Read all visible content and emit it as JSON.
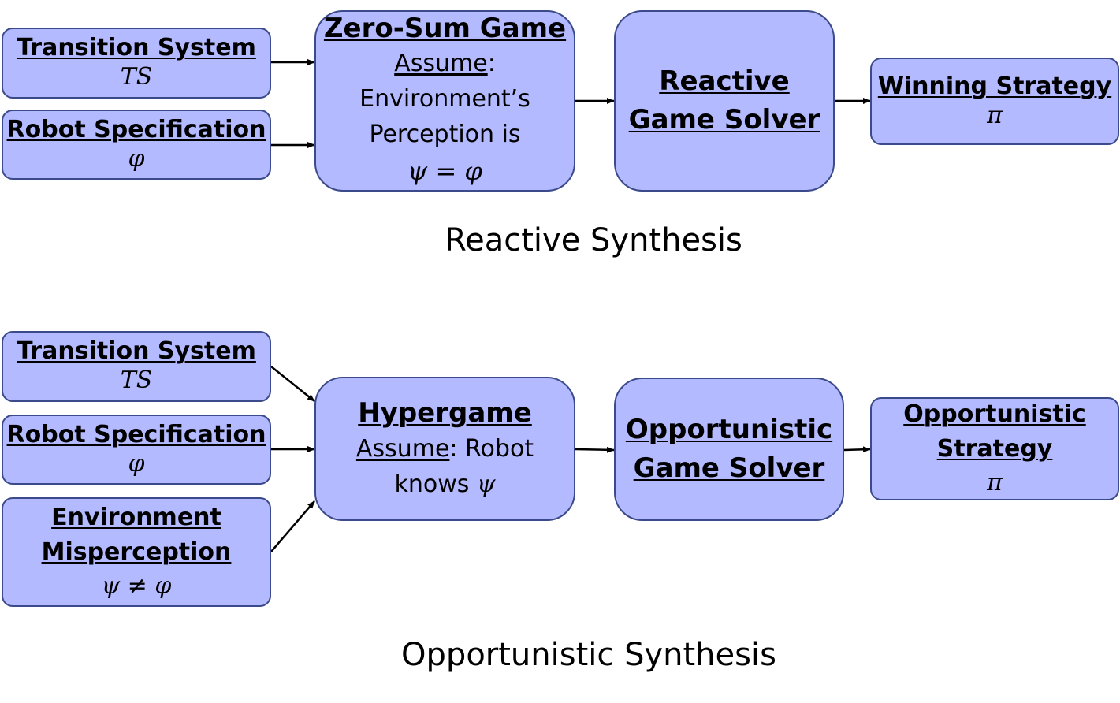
{
  "reactive": {
    "ts": {
      "title": "Transition System",
      "symbol": "TS"
    },
    "spec": {
      "title": "Robot Specification",
      "symbol": "φ"
    },
    "game": {
      "title": "Zero-Sum Game",
      "assume_label": "Assume",
      "colon": ":",
      "line1": "Environment’s",
      "line2": "Perception is",
      "formula": "ψ = φ"
    },
    "solver": {
      "line1": "Reactive",
      "line2": "Game Solver"
    },
    "strategy": {
      "title": "Winning Strategy",
      "symbol": "π"
    },
    "caption": "Reactive Synthesis"
  },
  "opportunistic": {
    "ts": {
      "title": "Transition System",
      "symbol": "TS"
    },
    "spec": {
      "title": "Robot Specification",
      "symbol": "φ"
    },
    "misperception": {
      "line1": "Environment",
      "line2": "Misperception",
      "formula": "ψ ≠ φ"
    },
    "game": {
      "title": "Hypergame",
      "assume_label": "Assume",
      "assume_rest": ": Robot",
      "knows": "knows ",
      "symbol": "ψ"
    },
    "solver": {
      "line1": "Opportunistic",
      "line2": "Game Solver"
    },
    "strategy": {
      "line1": "Opportunistic",
      "line2": "Strategy",
      "symbol": "π"
    },
    "caption": "Opportunistic Synthesis"
  },
  "colors": {
    "box_fill": "#b4baff",
    "box_border": "#3b4a8a",
    "arrow": "#000000"
  }
}
